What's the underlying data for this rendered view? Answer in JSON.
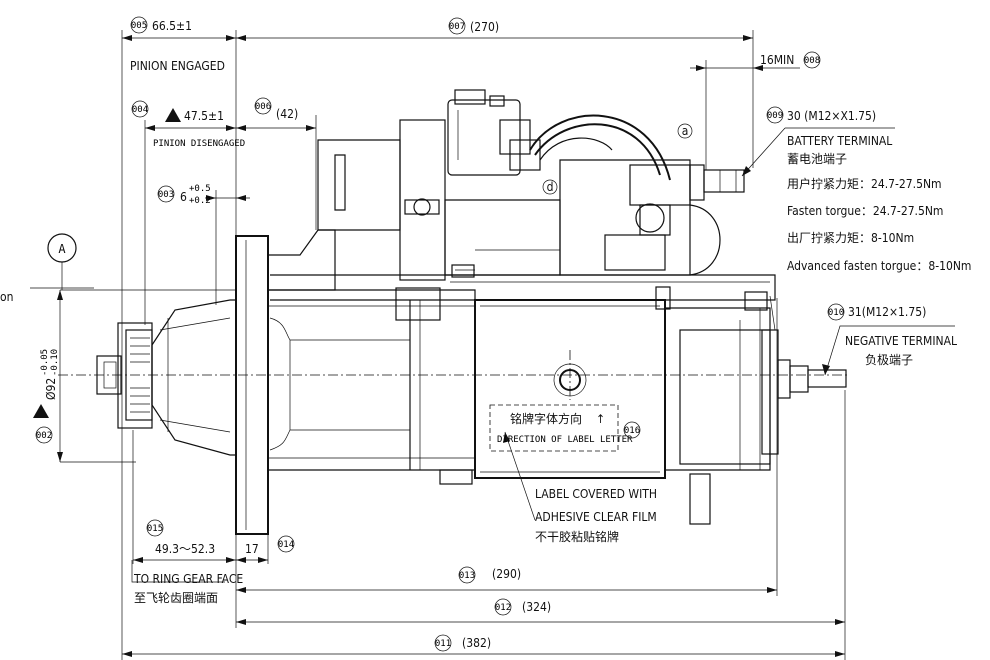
{
  "callouts": {
    "c005": "005",
    "c007": "007",
    "c008": "008",
    "c004": "004",
    "c006": "006",
    "c003": "003",
    "c009": "009",
    "c002": "002",
    "c010": "010",
    "c016": "016",
    "c015": "015",
    "c014": "014",
    "c013": "013",
    "c012": "012",
    "c011": "011"
  },
  "dims": {
    "d005": "66.5±1",
    "d007": "(270)",
    "d008": "16MIN",
    "d004": "47.5±1",
    "d006": "(42)",
    "d003_base": "6",
    "d003_tol_up": "+0.5",
    "d003_tol_dn": "+0.2",
    "d002": "Ø92",
    "d002_tol_up": "-0.05",
    "d002_tol_dn": "-0.10",
    "d015": "49.3～52.3",
    "d014": "17",
    "d013": "(290)",
    "d012": "(324)",
    "d011": "(382)"
  },
  "labels": {
    "pinion_engaged": "PINION ENGAGED",
    "pinion_disengaged": "PINION DISENGAGED",
    "datum_a": "A",
    "marker_a": "a",
    "marker_d": "d",
    "left_cut": "on",
    "battery_spec": "30 (M12×X1.75)",
    "battery_terminal": "BATTERY TERMINAL",
    "battery_terminal_cn": "蓄电池端子",
    "user_torque_cn": "用户拧紧力矩：24.7-27.5Nm",
    "fasten_torque": "Fasten torgue：24.7-27.5Nm",
    "factory_torque_cn": "出厂拧紧力矩：8-10Nm",
    "advanced_torque": "Advanced fasten torgue：8-10Nm",
    "negative_spec": "31(M12×1.75)",
    "negative_terminal": "NEGATIVE TERMINAL",
    "negative_terminal_cn": "负极端子",
    "label_direction_cn": "铭牌字体方向",
    "label_direction_arrow": "↑",
    "label_direction": "DIRECTION OF LABEL LETTER",
    "label_covered_1": "LABEL COVERED WITH",
    "label_covered_2": "ADHESIVE CLEAR FILM",
    "label_covered_cn": "不干胶粘贴铭牌",
    "ring_gear_face": "TO RING GEAR FACE",
    "ring_gear_face_cn": "至飞轮齿圈端面"
  }
}
